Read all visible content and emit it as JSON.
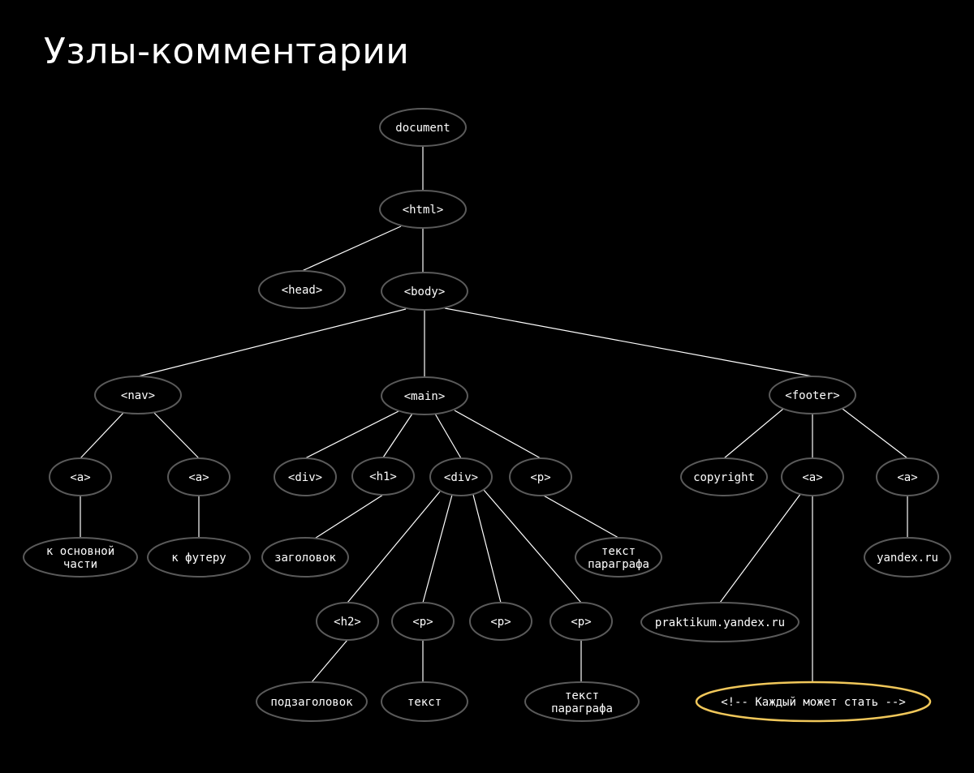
{
  "title": "Узлы-комментарии",
  "colors": {
    "background": "#000000",
    "edge": "#ffffff",
    "node_border": "#5a5a5a",
    "highlight_border": "#f0c75a",
    "text": "#ffffff"
  },
  "diagram": {
    "nodes": [
      {
        "id": "document",
        "label": [
          "document"
        ]
      },
      {
        "id": "html",
        "label": [
          "<html>"
        ]
      },
      {
        "id": "head",
        "label": [
          "<head>"
        ]
      },
      {
        "id": "body",
        "label": [
          "<body>"
        ]
      },
      {
        "id": "nav",
        "label": [
          "<nav>"
        ]
      },
      {
        "id": "main",
        "label": [
          "<main>"
        ]
      },
      {
        "id": "footer",
        "label": [
          "<footer>"
        ]
      },
      {
        "id": "nav-a1",
        "label": [
          "<a>"
        ]
      },
      {
        "id": "nav-a2",
        "label": [
          "<a>"
        ]
      },
      {
        "id": "main-div1",
        "label": [
          "<div>"
        ]
      },
      {
        "id": "main-h1",
        "label": [
          "<h1>"
        ]
      },
      {
        "id": "main-div2",
        "label": [
          "<div>"
        ]
      },
      {
        "id": "main-p",
        "label": [
          "<p>"
        ]
      },
      {
        "id": "copyright",
        "label": [
          "copyright"
        ]
      },
      {
        "id": "footer-a1",
        "label": [
          "<a>"
        ]
      },
      {
        "id": "footer-a2",
        "label": [
          "<a>"
        ]
      },
      {
        "id": "text-k-osnovnoy",
        "label": [
          "к основной",
          "части"
        ]
      },
      {
        "id": "text-k-futeru",
        "label": [
          "к футеру"
        ]
      },
      {
        "id": "text-zagolovok",
        "label": [
          "заголовок"
        ]
      },
      {
        "id": "text-paragrafa-1",
        "label": [
          "текст",
          "параграфа"
        ]
      },
      {
        "id": "text-yandex",
        "label": [
          "yandex.ru"
        ]
      },
      {
        "id": "div-h2",
        "label": [
          "<h2>"
        ]
      },
      {
        "id": "div-p1",
        "label": [
          "<p>"
        ]
      },
      {
        "id": "div-p2",
        "label": [
          "<p>"
        ]
      },
      {
        "id": "div-p3",
        "label": [
          "<p>"
        ]
      },
      {
        "id": "text-praktikum",
        "label": [
          "praktikum.yandex.ru"
        ]
      },
      {
        "id": "text-podzagolovok",
        "label": [
          "подзаголовок"
        ]
      },
      {
        "id": "text-tekst",
        "label": [
          "текст"
        ]
      },
      {
        "id": "text-paragrafa-2",
        "label": [
          "текст",
          "параграфа"
        ]
      },
      {
        "id": "comment-node",
        "label": [
          "<!-- Каждый может стать -->"
        ],
        "highlight": true
      }
    ],
    "edges": [
      [
        "document",
        "html"
      ],
      [
        "html",
        "head"
      ],
      [
        "html",
        "body"
      ],
      [
        "body",
        "nav"
      ],
      [
        "body",
        "main"
      ],
      [
        "body",
        "footer"
      ],
      [
        "nav",
        "nav-a1"
      ],
      [
        "nav",
        "nav-a2"
      ],
      [
        "nav-a1",
        "text-k-osnovnoy"
      ],
      [
        "nav-a2",
        "text-k-futeru"
      ],
      [
        "main",
        "main-div1"
      ],
      [
        "main",
        "main-h1"
      ],
      [
        "main",
        "main-div2"
      ],
      [
        "main",
        "main-p"
      ],
      [
        "main-h1",
        "text-zagolovok"
      ],
      [
        "main-p",
        "text-paragrafa-1"
      ],
      [
        "main-div2",
        "div-h2"
      ],
      [
        "main-div2",
        "div-p1"
      ],
      [
        "main-div2",
        "div-p2"
      ],
      [
        "main-div2",
        "div-p3"
      ],
      [
        "div-h2",
        "text-podzagolovok"
      ],
      [
        "div-p1",
        "text-tekst"
      ],
      [
        "div-p3",
        "text-paragrafa-2"
      ],
      [
        "footer",
        "copyright"
      ],
      [
        "footer",
        "footer-a1"
      ],
      [
        "footer",
        "footer-a2"
      ],
      [
        "footer-a1",
        "text-praktikum"
      ],
      [
        "footer-a1",
        "comment-node"
      ],
      [
        "footer-a2",
        "text-yandex"
      ]
    ]
  }
}
